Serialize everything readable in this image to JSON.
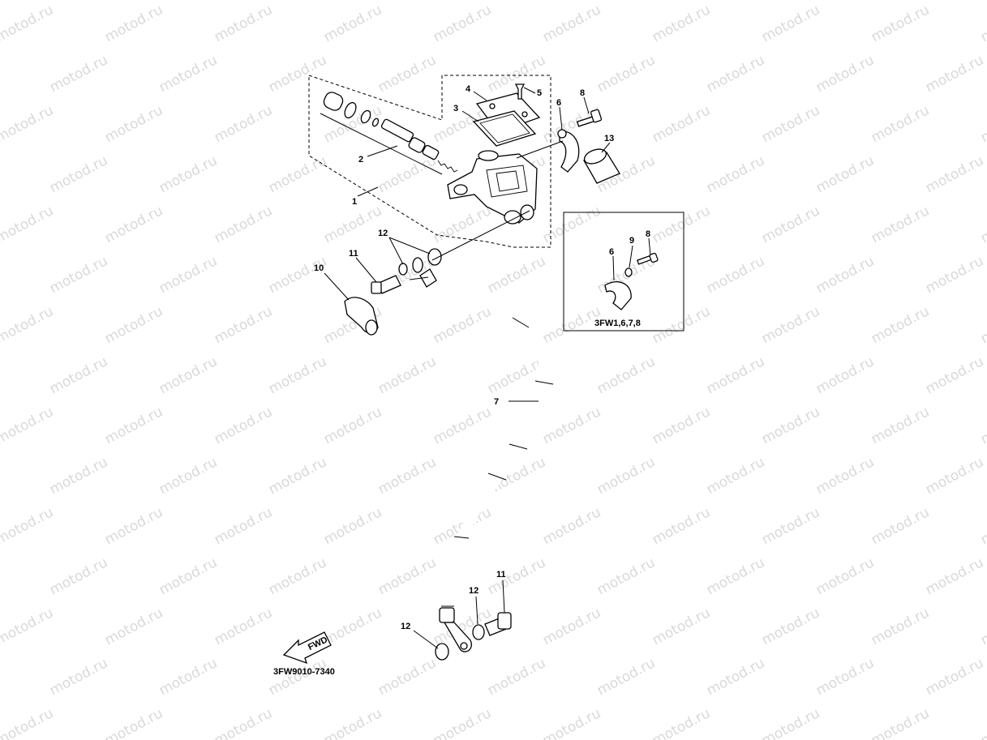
{
  "watermark": "motod.ru",
  "diagram_code": "3FW9010-7340",
  "fwd_label": "FWD",
  "inset_caption": "3FW1,6,7,8",
  "callouts": [
    {
      "id": "c1",
      "label": "1"
    },
    {
      "id": "c2",
      "label": "2"
    },
    {
      "id": "c3",
      "label": "3"
    },
    {
      "id": "c4",
      "label": "4"
    },
    {
      "id": "c5",
      "label": "5"
    },
    {
      "id": "c6",
      "label": "6"
    },
    {
      "id": "c8",
      "label": "8"
    },
    {
      "id": "c13",
      "label": "13"
    },
    {
      "id": "c12a",
      "label": "12"
    },
    {
      "id": "c11a",
      "label": "11"
    },
    {
      "id": "c10",
      "label": "10"
    },
    {
      "id": "c7",
      "label": "7"
    },
    {
      "id": "c12b",
      "label": "12"
    },
    {
      "id": "c11b",
      "label": "11"
    },
    {
      "id": "c12c",
      "label": "12"
    },
    {
      "id": "i6",
      "label": "6"
    },
    {
      "id": "i9",
      "label": "9"
    },
    {
      "id": "i8",
      "label": "8"
    }
  ]
}
